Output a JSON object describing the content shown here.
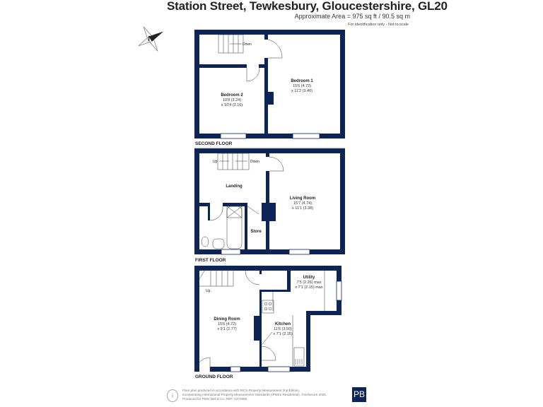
{
  "header": {
    "title": "Station Street, Tewkesbury, Gloucestershire, GL20",
    "area": "Approximate Area = 975 sq ft / 90.5 sq m",
    "note": "For identification only - Not to scale"
  },
  "compass": {
    "letter": "N"
  },
  "colors": {
    "wall": "#0d2457"
  },
  "floors": {
    "second": {
      "label": "SECOND FLOOR",
      "stairs": "Down",
      "bedroom1": {
        "name": "Bedroom 1",
        "dim1": "15'6 (4.72)",
        "dim2": "x 11'2 (3.40)"
      },
      "bedroom2": {
        "name": "Bedroom 2",
        "dim1": "10'8 (3.24)",
        "dim2": "x 10'4 (3.16)"
      }
    },
    "first": {
      "label": "FIRST FLOOR",
      "stairs_up": "Up",
      "stairs_down": "Down",
      "landing": "Landing",
      "store": "Store",
      "living": {
        "name": "Living Room",
        "dim1": "15'7 (4.74)",
        "dim2": "x 11'1 (3.38)"
      }
    },
    "ground": {
      "label": "GROUND FLOOR",
      "stairs_up": "Up",
      "utility": {
        "name": "Utility",
        "dim1": "7'5 (2.26) max",
        "dim2": "x 7'1 (2.15) max"
      },
      "dining": {
        "name": "Dining Room",
        "dim1": "15'6 (4.72)",
        "dim2": "x 9'1 (2.77)"
      },
      "kitchen": {
        "name": "Kitchen",
        "dim1": "11'6 (3.50)",
        "dim2": "x 7'1 (2.15)"
      }
    }
  },
  "footer": {
    "line1": "Floor plan produced in accordance with RICS Property Measurement 2nd Edition,",
    "line2": "Incorporating International Property Measurement Standards (IPMS2 Residential).  ©nichecom 2025.",
    "line3": "Produced for Peter Bell & Co.    REF: 1272996",
    "logo": "PB"
  }
}
